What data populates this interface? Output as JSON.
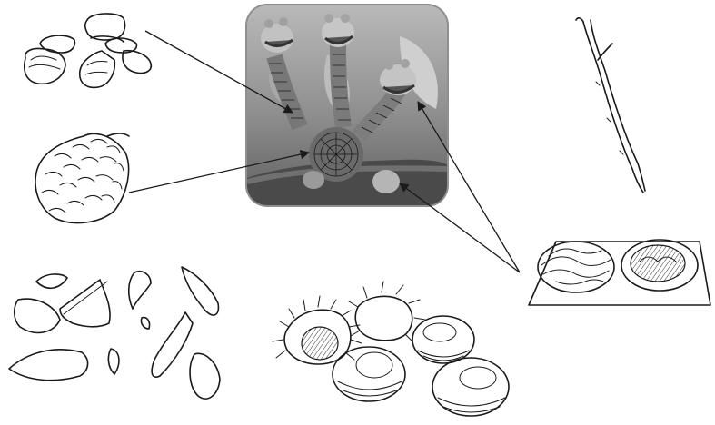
{
  "scene": {
    "photo": {
      "subject": "three-headed-dragon-craft",
      "frame_color": "#9a9a9a",
      "tone": "grayscale"
    },
    "items": [
      {
        "key": "acorns",
        "icon": "acorn-icon"
      },
      {
        "key": "hop-cone",
        "icon": "hop-cone-icon"
      },
      {
        "key": "leaves",
        "icon": "leaves-icon"
      },
      {
        "key": "chestnuts",
        "icon": "chestnut-icon"
      },
      {
        "key": "walnuts",
        "icon": "walnut-icon"
      },
      {
        "key": "twig",
        "icon": "twig-icon"
      }
    ],
    "ink_color": "#1a1a1a"
  }
}
